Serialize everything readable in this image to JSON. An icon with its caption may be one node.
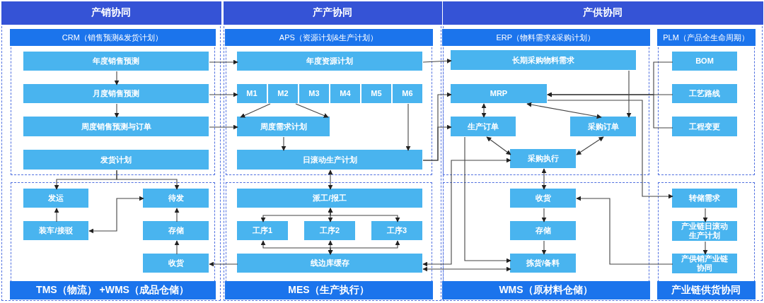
{
  "diagram": {
    "nodes": [
      {
        "text": [
          "产销协同"
        ]
      },
      {
        "text": [
          "CRM（销售预测&发货计划）"
        ],
        "in": 0
      },
      {
        "text": [
          "年度销售预测"
        ],
        "in": 1
      },
      {
        "text": [
          "月度销售预测"
        ],
        "in": 1
      },
      {
        "text": [
          "周度销售预测与订单"
        ],
        "in": 1
      },
      {
        "text": [
          "发货计划"
        ],
        "in": 1
      },
      {
        "text": [
          "TMS（物流） +WMS（成品仓储）"
        ],
        "in": 0
      },
      {
        "text": [
          "发运"
        ],
        "in": 6
      },
      {
        "text": [
          "待发"
        ],
        "in": 6
      },
      {
        "text": [
          "装车/接驳"
        ],
        "in": 6
      },
      {
        "text": [
          "存储"
        ],
        "in": 6
      },
      {
        "text": [
          "收货"
        ],
        "in": 6
      },
      {
        "text": [
          "产产协同"
        ]
      },
      {
        "text": [
          "APS（资源计划&生产计划）"
        ],
        "in": 12
      },
      {
        "text": [
          "年度资源计划"
        ],
        "in": 13
      },
      {
        "text": [
          "M1"
        ],
        "in": 13
      },
      {
        "text": [
          "M2"
        ],
        "in": 13
      },
      {
        "text": [
          "M3"
        ],
        "in": 13
      },
      {
        "text": [
          "M4"
        ],
        "in": 13
      },
      {
        "text": [
          "M5"
        ],
        "in": 13
      },
      {
        "text": [
          "M6"
        ],
        "in": 13
      },
      {
        "text": [
          "周度需求计划"
        ],
        "in": 13
      },
      {
        "text": [
          "日滚动生产计划"
        ],
        "in": 13
      },
      {
        "text": [
          "MES（生产执行）"
        ],
        "in": 12
      },
      {
        "text": [
          "派工/报工"
        ],
        "in": 23
      },
      {
        "text": [
          "工序1"
        ],
        "in": 23
      },
      {
        "text": [
          "工序2"
        ],
        "in": 23
      },
      {
        "text": [
          "工序3"
        ],
        "in": 23
      },
      {
        "text": [
          "线边库缓存"
        ],
        "in": 23
      },
      {
        "text": [
          "产供协同"
        ]
      },
      {
        "text": [
          "ERP（物料需求&采购计划）"
        ],
        "in": 29
      },
      {
        "text": [
          "长期采购物料需求"
        ],
        "in": 30
      },
      {
        "text": [
          "MRP"
        ],
        "in": 30
      },
      {
        "text": [
          "生产订单"
        ],
        "in": 30
      },
      {
        "text": [
          "采购订单"
        ],
        "in": 30
      },
      {
        "text": [
          "采购执行"
        ],
        "in": 30
      },
      {
        "text": [
          "WMS（原材料仓储）"
        ],
        "in": 29
      },
      {
        "text": [
          "收货"
        ],
        "in": 36
      },
      {
        "text": [
          "存储"
        ],
        "in": 36
      },
      {
        "text": [
          "拣货/备料"
        ],
        "in": 36
      },
      {
        "text": [
          "PLM（产品全生命周期）"
        ],
        "in": 29
      },
      {
        "text": [
          "BOM"
        ],
        "in": 40
      },
      {
        "text": [
          "工艺路线"
        ],
        "in": 40
      },
      {
        "text": [
          "工程变更"
        ],
        "in": 40
      },
      {
        "text": [
          "产业链供货协同"
        ],
        "in": 29
      },
      {
        "text": [
          "转储需求"
        ],
        "in": 44
      },
      {
        "text": [
          "产业链日滚动生产计划"
        ],
        "in": 44
      },
      {
        "text": [
          "产供销产业链协同"
        ],
        "in": 44
      }
    ],
    "edges": [
      {
        "from": 2,
        "to": 3,
        "arrow": "to"
      },
      {
        "from": 3,
        "to": 4,
        "arrow": "to"
      },
      {
        "from": 2,
        "to": 14,
        "arrow": "to"
      },
      {
        "from": 3,
        "to": 15,
        "arrow": "to"
      },
      {
        "from": 4,
        "to": 21,
        "arrow": "to"
      },
      {
        "from": 5,
        "to": 7,
        "arrow": "to"
      },
      {
        "from": 5,
        "to": 8,
        "arrow": "to"
      },
      {
        "from": 9,
        "to": 7,
        "arrow": "to"
      },
      {
        "from": 9,
        "to": 8,
        "arrow": "both"
      },
      {
        "from": 10,
        "to": 8,
        "arrow": "to"
      },
      {
        "from": 11,
        "to": 10,
        "arrow": "to"
      },
      {
        "from": 28,
        "to": 11,
        "arrow": "to"
      },
      {
        "from": 14,
        "to": 31,
        "arrow": "to"
      },
      {
        "from": 16,
        "to": 21,
        "arrow": "to"
      },
      {
        "from": 16,
        "to": 21,
        "arrow": "to"
      },
      {
        "from": 20,
        "to": 22,
        "arrow": "to"
      },
      {
        "from": 21,
        "to": 22,
        "arrow": "to"
      },
      {
        "from": 22,
        "to": 32,
        "arrow": "to"
      },
      {
        "from": 22,
        "to": 33,
        "arrow": "to"
      },
      {
        "from": 22,
        "to": 24,
        "arrow": "both"
      },
      {
        "from": 24,
        "to": 25,
        "arrow": "both"
      },
      {
        "from": 24,
        "to": 26,
        "arrow": "both"
      },
      {
        "from": 24,
        "to": 27,
        "arrow": "both"
      },
      {
        "from": 25,
        "to": 28,
        "arrow": "both"
      },
      {
        "from": 26,
        "to": 28,
        "arrow": "both"
      },
      {
        "from": 27,
        "to": 28,
        "arrow": "both"
      },
      {
        "from": 28,
        "to": 35,
        "arrow": "both"
      },
      {
        "from": 39,
        "to": 28,
        "arrow": "both"
      },
      {
        "from": 33,
        "to": 39,
        "arrow": "to"
      },
      {
        "from": 32,
        "to": 33,
        "arrow": "both"
      },
      {
        "from": 32,
        "to": 34,
        "arrow": "both"
      },
      {
        "from": 33,
        "to": 35,
        "arrow": "both"
      },
      {
        "from": 34,
        "to": 35,
        "arrow": "both"
      },
      {
        "from": 31,
        "to": 34,
        "arrow": "to"
      },
      {
        "from": 35,
        "to": 37,
        "arrow": "both"
      },
      {
        "from": 37,
        "to": 38,
        "arrow": "to"
      },
      {
        "from": 38,
        "to": 39,
        "arrow": "to"
      },
      {
        "from": 47,
        "to": 37,
        "arrow": "to"
      },
      {
        "from": 32,
        "to": 45,
        "arrow": "to"
      },
      {
        "from": 41,
        "to": 32,
        "arrow": "to"
      },
      {
        "from": 42,
        "to": 32,
        "arrow": "to"
      },
      {
        "from": 43,
        "to": 32,
        "arrow": "to"
      },
      {
        "from": 45,
        "to": 46,
        "arrow": "to"
      },
      {
        "from": 46,
        "to": 47,
        "arrow": "to"
      }
    ]
  }
}
